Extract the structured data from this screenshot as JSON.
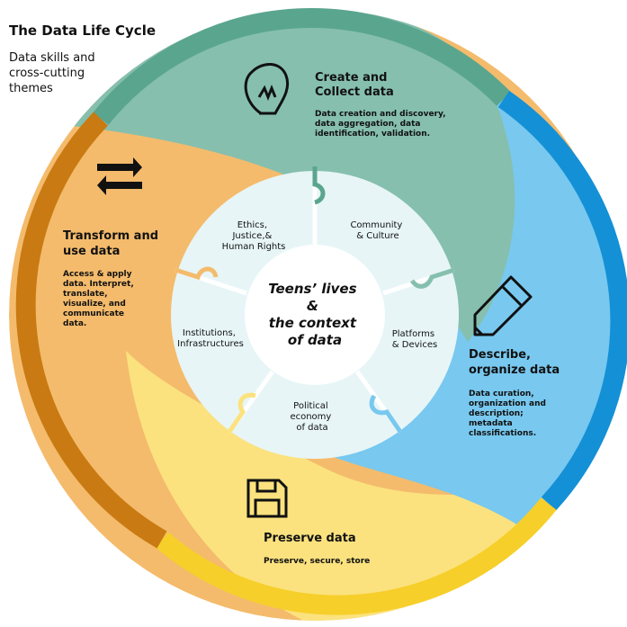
{
  "header": {
    "title": "The Data Life Cycle",
    "subtitle_lines": [
      "Data skills and",
      "cross-cutting",
      "themes"
    ]
  },
  "colors": {
    "create": "#86bfae",
    "create_dark": "#5aa58e",
    "describe": "#78c8ef",
    "describe_dark": "#1490d6",
    "preserve": "#fbe27e",
    "preserve_dark": "#f6cf2a",
    "transform": "#f4bb6c",
    "transform_dark": "#c97a12",
    "center_ring": "#e7f5f7",
    "core": "#ffffff"
  },
  "stages": {
    "create": {
      "icon": "lightbulb-icon",
      "title_lines": [
        "Create and",
        "Collect data"
      ],
      "desc_lines": [
        "Data creation and discovery,",
        "data aggregation, data",
        "identification, validation."
      ]
    },
    "describe": {
      "icon": "pencil-icon",
      "title_lines": [
        "Describe,",
        "organize data"
      ],
      "desc_lines": [
        "Data curation,",
        "organization and",
        "description;",
        "metadata",
        "classifications."
      ]
    },
    "preserve": {
      "icon": "floppy-disk-icon",
      "title_lines": [
        "Preserve data"
      ],
      "desc_lines": [
        "Preserve, secure, store"
      ]
    },
    "transform": {
      "icon": "swap-arrows-icon",
      "title_lines": [
        "Transform and",
        "use data"
      ],
      "desc_lines": [
        "Access & apply",
        "data. Interpret,",
        "translate,",
        "visualize, and",
        "communicate",
        "data."
      ]
    }
  },
  "themes": [
    {
      "id": "ethics",
      "lines": [
        "Ethics,",
        "Justice,&",
        "Human Rights"
      ]
    },
    {
      "id": "community",
      "lines": [
        "Community",
        "& Culture"
      ]
    },
    {
      "id": "platforms",
      "lines": [
        "Platforms",
        "& Devices"
      ]
    },
    {
      "id": "political",
      "lines": [
        "Political",
        "economy",
        "of data"
      ]
    },
    {
      "id": "institutions",
      "lines": [
        "Institutions,",
        "Infrastructures"
      ]
    }
  ],
  "center": {
    "lines": [
      "Teens’ lives",
      "&",
      "the context",
      "of data"
    ]
  }
}
